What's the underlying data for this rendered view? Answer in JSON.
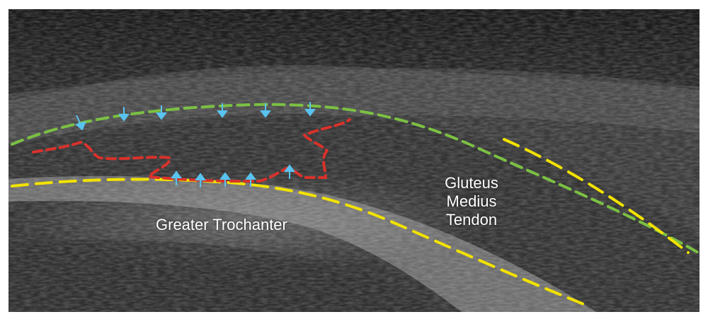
{
  "labels": {
    "greater_trochanter": "Greater Trochanter",
    "gluteus_medius_tendon": [
      "Gluteus",
      "Medius",
      "Tendon"
    ]
  },
  "colors": {
    "superficial_boundary": "#7bc043",
    "deep_boundary": "#f2e200",
    "lesion_outline": "#d8322b",
    "arrows": "#59c3f0",
    "label_text": "#ffffff"
  },
  "annotations": {
    "arrows_down_count": 6,
    "arrows_up_count": 5
  }
}
